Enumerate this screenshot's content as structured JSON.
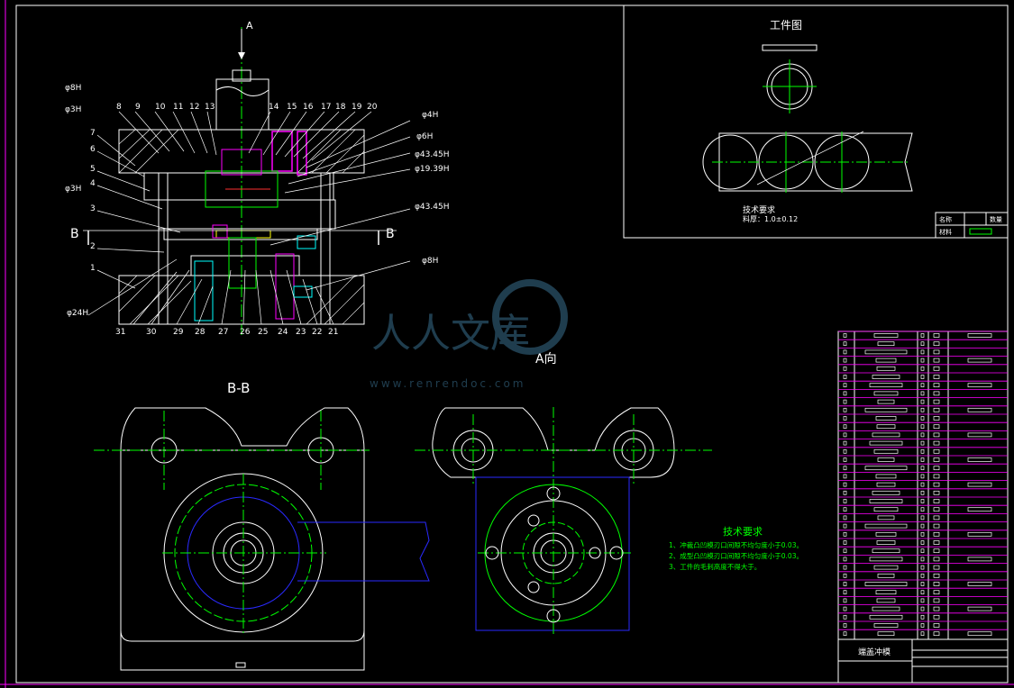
{
  "drawing": {
    "section_arrow_label": "A",
    "view_a_label": "A向",
    "section_label": "B-B",
    "section_marks": [
      "B",
      "B"
    ],
    "part_numbers_top": [
      "8",
      "9",
      "10",
      "11",
      "12",
      "13",
      "14",
      "15",
      "16",
      "17",
      "18",
      "19",
      "20"
    ],
    "part_numbers_left": [
      "7",
      "6",
      "5",
      "4",
      "3",
      "2",
      "1"
    ],
    "part_numbers_bottom": [
      "31",
      "30",
      "29",
      "28",
      "27",
      "26",
      "25",
      "24",
      "23",
      "22",
      "21"
    ],
    "fits_left": [
      "φ8H",
      "φ3H",
      "φ3H",
      "φ24H"
    ],
    "fits_right": [
      "φ4H",
      "φ6H",
      "φ43.45H",
      "φ19.39H",
      "φ43.45H",
      "φ8H"
    ]
  },
  "workpiece_panel": {
    "title": "工件图",
    "tech_label": "技术要求",
    "material_note": "料厚：1.0±0.12"
  },
  "tech_requirements": {
    "title": "技术要求",
    "items": [
      "1、冲裁凸凹模刃口间隙不均匀度小于0.03。",
      "2、成型凸凹模刃口间隙不均匀度小于0.03。",
      "3、工件的毛刺高度不得大于。"
    ]
  },
  "title_block": {
    "name": "端盖冲模",
    "small_header": [
      "名称",
      "数量"
    ],
    "small_row": [
      "材料"
    ]
  },
  "watermark": {
    "text": "人人文库",
    "url": "www.renrendoc.com"
  },
  "colors": {
    "background": "#000000",
    "line_white": "#ffffff",
    "line_green": "#00ff00",
    "line_blue": "#2a2aff",
    "line_magenta": "#ff00ff",
    "line_yellow": "#ffff00",
    "line_cyan": "#00ffff",
    "line_red": "#ff3030"
  }
}
